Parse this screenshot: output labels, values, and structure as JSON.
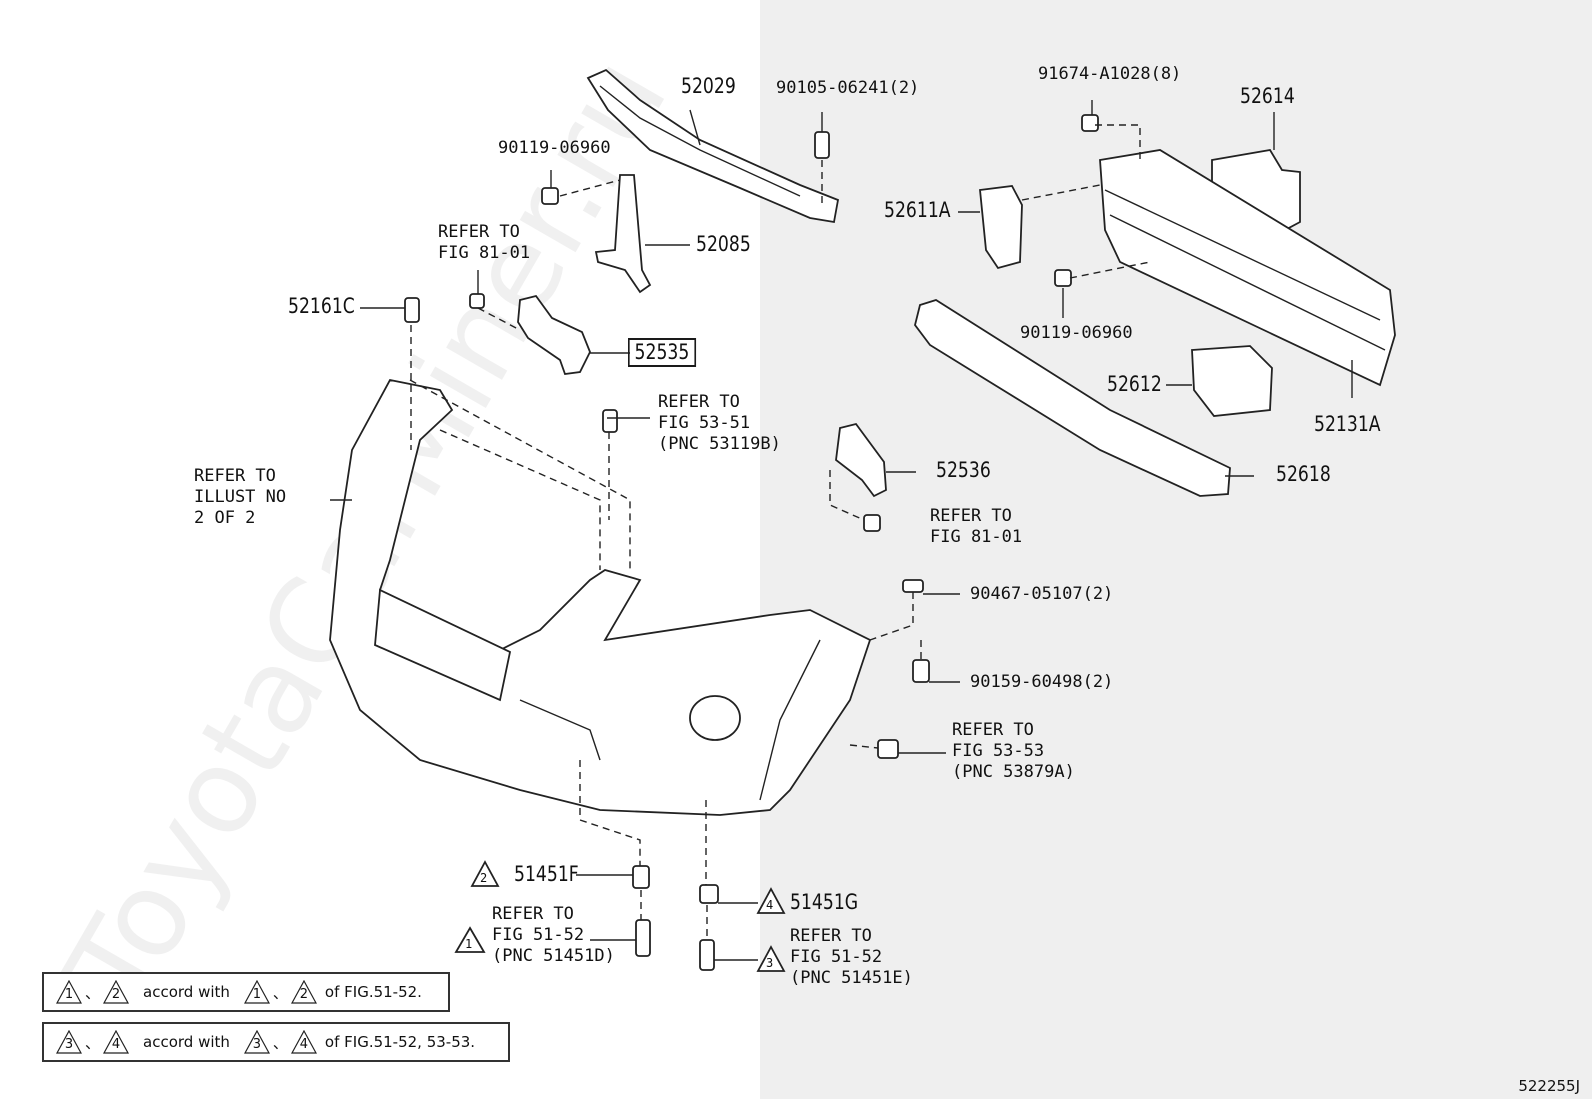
{
  "watermark": "ToyotaCarMiner.ru",
  "diagram_code": "522255J",
  "labels": {
    "p52029": "52029",
    "p90105": "90105-06241(2)",
    "p91674": "91674-A1028(8)",
    "p52614": "52614",
    "p90119a": "90119-06960",
    "p52611a": "52611A",
    "ref8101a": "REFER TO\nFIG 81-01",
    "p52085": "52085",
    "p52161c": "52161C",
    "p52535": "52535",
    "p90119b": "90119-06960",
    "p52612": "52612",
    "p52131a": "52131A",
    "ref5351": "REFER TO\nFIG 53-51\n(PNC 53119B)",
    "refillust": "REFER TO\nILLUST NO\n2 OF 2",
    "p52536": "52536",
    "p52618": "52618",
    "ref8101b": "REFER TO\nFIG 81-01",
    "p90467": "90467-05107(2)",
    "p90159": "90159-60498(2)",
    "ref5353": "REFER TO\nFIG 53-53\n(PNC 53879A)",
    "p51451f": "51451F",
    "p51451g": "51451G",
    "ref5152d": "REFER TO\nFIG 51-52\n(PNC 51451D)",
    "ref5152e": "REFER TO\nFIG 51-52\n(PNC 51451E)"
  },
  "markers": {
    "m1": "1",
    "m2": "2",
    "m3": "3",
    "m4": "4"
  },
  "legend": {
    "row1": {
      "a": "1",
      "b": "2",
      "sep": "、",
      "mid": "accord with",
      "c": "1",
      "d": "2",
      "tail": "of FIG.51-52."
    },
    "row2": {
      "a": "3",
      "b": "4",
      "sep": "、",
      "mid": "accord with",
      "c": "3",
      "d": "4",
      "tail": "of FIG.51-52, 53-53."
    }
  }
}
